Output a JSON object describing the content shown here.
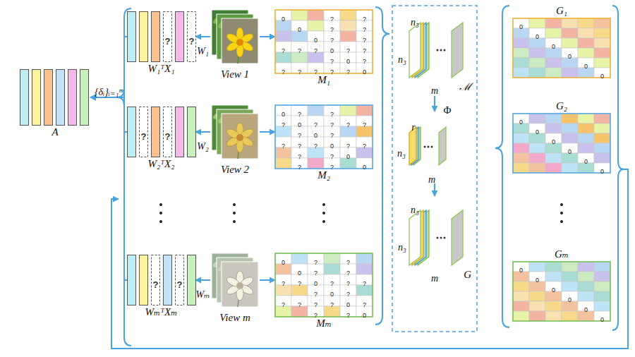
{
  "diagram": {
    "nodes": [
      {
        "text": [
          "A"
        ]
      },
      {
        "text": [
          "W₁ᵀX₁"
        ]
      },
      {
        "text": [
          "View 1"
        ]
      },
      {
        "text": [
          "M₁"
        ]
      },
      {
        "text": [
          "W₂ᵀX₂"
        ]
      },
      {
        "text": [
          "View 2"
        ]
      },
      {
        "text": [
          "M₂"
        ]
      },
      {
        "text": [
          "WₘᵀXₘ"
        ]
      },
      {
        "text": [
          "View m"
        ]
      },
      {
        "text": [
          "Mₘ"
        ]
      },
      {
        "text": [
          "ℳ"
        ]
      },
      {
        "text": [
          "G"
        ]
      },
      {
        "text": [
          "G₁"
        ]
      },
      {
        "text": [
          "G₂"
        ]
      },
      {
        "text": [
          "Gₘ"
        ]
      }
    ],
    "edges": [
      {
        "from": 2,
        "to": 1,
        "arrow": "to",
        "label": "W₁"
      },
      {
        "from": 2,
        "to": 3,
        "arrow": "to"
      },
      {
        "from": 5,
        "to": 4,
        "arrow": "to",
        "label": "W₂"
      },
      {
        "from": 5,
        "to": 6,
        "arrow": "to"
      },
      {
        "from": 8,
        "to": 7,
        "arrow": "to",
        "label": "Wₘ"
      },
      {
        "from": 8,
        "to": 9,
        "arrow": "to"
      },
      {
        "from": 1,
        "to": 0,
        "arrow": "to"
      },
      {
        "from": 4,
        "to": 0,
        "arrow": "to",
        "label": "{δᵢ}ᵢ₌₁ᵐ"
      },
      {
        "from": 7,
        "to": 0,
        "arrow": "to"
      }
    ],
    "labels": [
      "n₃",
      "n₃",
      "m",
      "Φ",
      "r",
      "n₃",
      "m",
      "n₃",
      "n₃",
      "m",
      "?",
      "?",
      "?",
      "?",
      "?",
      "?",
      "0",
      "?",
      "?",
      "0",
      "?",
      "?",
      "0",
      "?",
      "?",
      "?",
      "?",
      "?",
      "0",
      "?",
      "?",
      "?",
      "0",
      "?",
      "?",
      "?",
      "?",
      "?",
      "?",
      "0",
      "0",
      "?",
      "?",
      "?",
      "0",
      "?",
      "?",
      "?",
      "?",
      "?",
      "0",
      "?",
      "?",
      "?",
      "?",
      "0",
      "?",
      "?",
      "?",
      "?",
      "0",
      "?",
      "?",
      "0",
      "0",
      "?",
      "?",
      "0",
      "?",
      "?",
      "?",
      "?",
      "0",
      "?",
      "?",
      "?",
      "?",
      "0",
      "?",
      "?",
      "?",
      "?",
      "?",
      "0",
      "?",
      "?",
      "?",
      "0",
      "0",
      "0",
      "0",
      "0",
      "0",
      "0",
      "0",
      "0",
      "0",
      "0",
      "0",
      "0",
      "0",
      "0",
      "0",
      "0",
      "0",
      "0"
    ]
  }
}
